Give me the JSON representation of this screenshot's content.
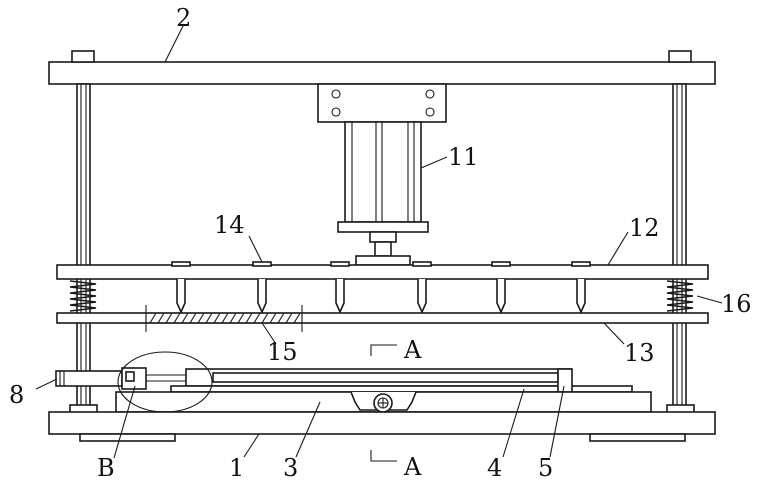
{
  "labels": {
    "top_plate": "2",
    "cylinder": "11",
    "upper_plate": "12",
    "nail": "14",
    "spring": "16",
    "lower_plate": "13",
    "section_mark": "15",
    "side_actuator": "8",
    "detail_b": "B",
    "base": "1",
    "bed": "3",
    "rail": "4",
    "stop": "5",
    "section_top": "A",
    "section_bottom": "A"
  }
}
